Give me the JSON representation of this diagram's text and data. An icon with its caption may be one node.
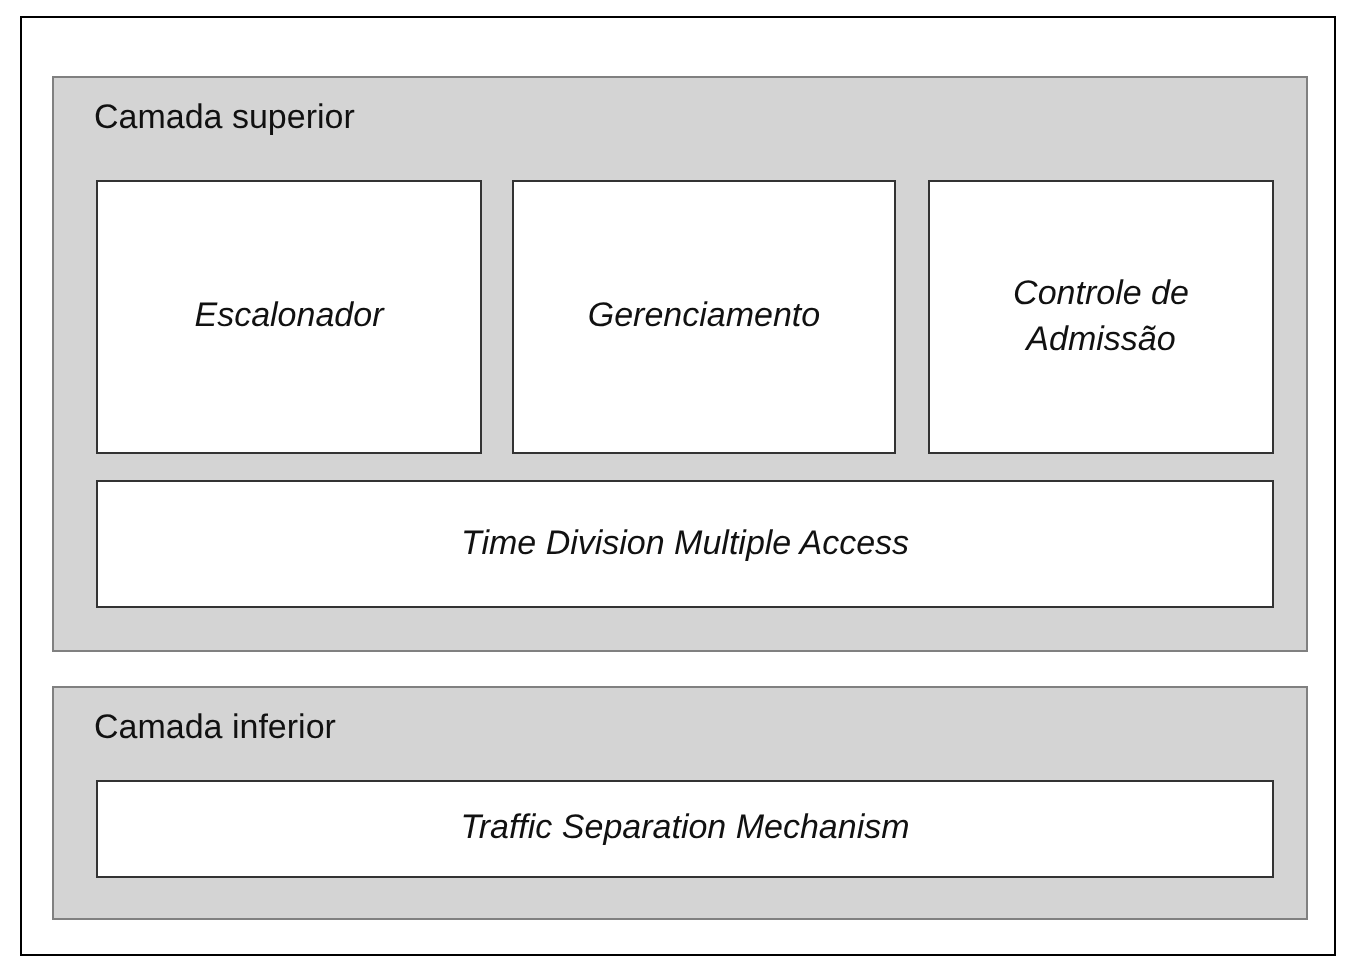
{
  "diagram": {
    "nodes": [
      {
        "text": [
          "Camada superior"
        ]
      },
      {
        "text": [
          "Escalonador"
        ],
        "in": 0
      },
      {
        "text": [
          "Gerenciamento"
        ],
        "in": 0
      },
      {
        "text": [
          "Controle de Admissão"
        ],
        "in": 0
      },
      {
        "text": [
          "Time Division Multiple Access"
        ],
        "in": 0
      },
      {
        "text": [
          "Camada inferior"
        ]
      },
      {
        "text": [
          "Traffic Separation Mechanism"
        ],
        "in": 5
      }
    ]
  }
}
